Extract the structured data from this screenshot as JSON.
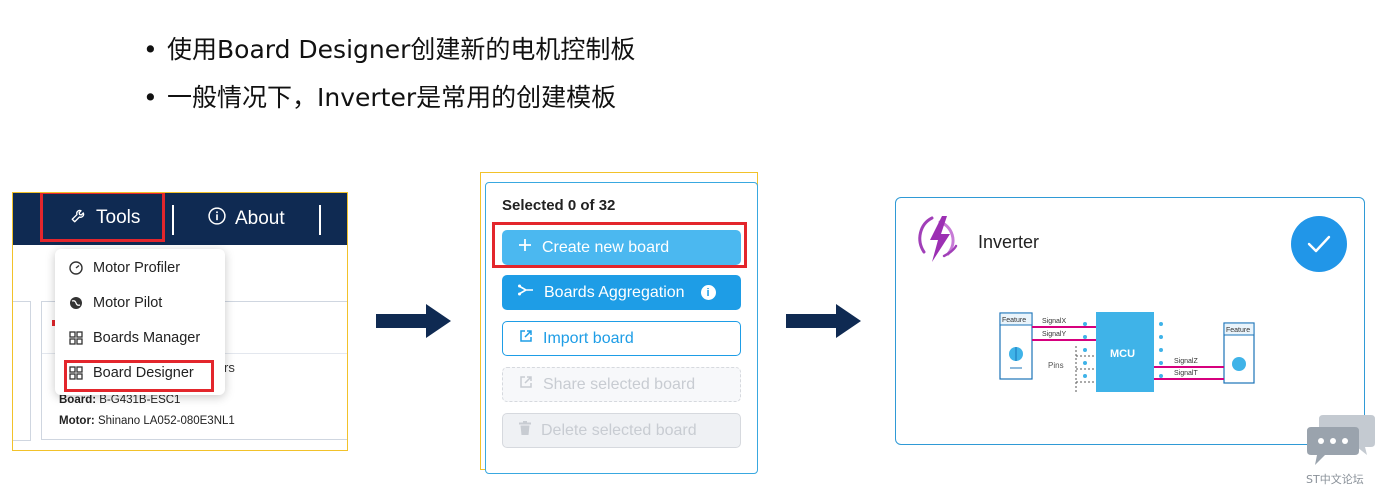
{
  "bullets": [
    "使用Board Designer创建新的电机控制板",
    "一般情况下，Inverter是常用的创建模板"
  ],
  "panel1": {
    "nav": {
      "tools_label": "Tools",
      "about_label": "About"
    },
    "menu": [
      {
        "label": "Motor Profiler",
        "icon": "gauge-icon"
      },
      {
        "label": "Motor Pilot",
        "icon": "globe-icon"
      },
      {
        "label": "Boards Manager",
        "icon": "board-icon"
      },
      {
        "label": "Board Designer",
        "icon": "board-icon"
      }
    ],
    "card": {
      "trailing_text": "rs",
      "board_label": "Board:",
      "board_value": "B-G431B-ESC1",
      "motor_label": "Motor:",
      "motor_value": "Shinano LA052-080E3NL1"
    }
  },
  "panel2": {
    "title": "Selected 0 of 32",
    "buttons": {
      "create": "Create new board",
      "aggregation": "Boards Aggregation",
      "import": "Import board",
      "share": "Share selected board",
      "delete": "Delete selected board"
    }
  },
  "panel3": {
    "name": "Inverter",
    "diagram": {
      "feature_left": "Feature",
      "feature_right": "Feature",
      "signal_x": "SignalX",
      "signal_y": "SignalY",
      "signal_z": "SignalZ",
      "signal_t": "SignalT",
      "pins": "Pins",
      "mcu": "MCU"
    }
  },
  "watermark": "ST中文论坛",
  "colors": {
    "nav_bg": "#0f2a52",
    "highlight": "#e3262c",
    "accent_blue": "#1e9de6",
    "arrow": "#0f2a52",
    "magenta": "#d6007e",
    "mcu": "#3fb3e8"
  }
}
